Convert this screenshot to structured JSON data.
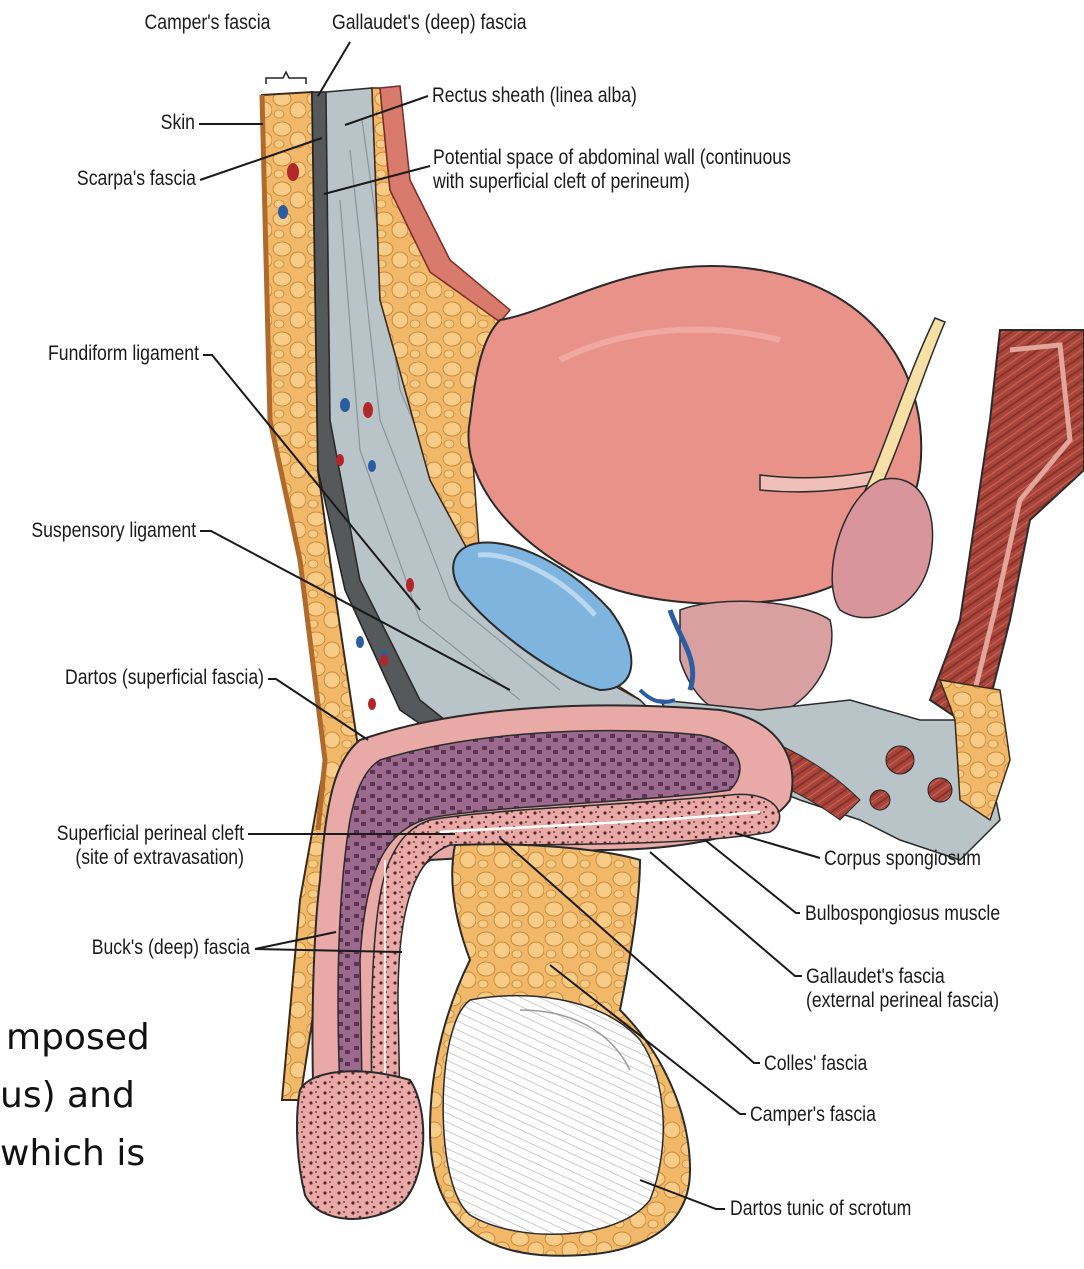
{
  "labels": {
    "campers_fascia_top": "Camper's fascia",
    "gallaudets_deep_fascia": "Gallaudet's (deep) fascia",
    "skin": "Skin",
    "rectus_sheath": "Rectus sheath (linea alba)",
    "scarpas_fascia": "Scarpa's fascia",
    "potential_space_line1": "Potential space of abdominal wall (continuous",
    "potential_space_line2": "with superficial cleft of perineum)",
    "fundiform_ligament": "Fundiform ligament",
    "suspensory_ligament": "Suspensory ligament",
    "dartos_superficial_fascia": "Dartos (superficial fascia)",
    "superficial_perineal_cleft_line1": "Superficial perineal cleft",
    "superficial_perineal_cleft_line2": "(site of extravasation)",
    "corpus_spongiosum": "Corpus spongiosum",
    "bulbospongiosus_muscle": "Bulbospongiosus muscle",
    "bucks_deep_fascia": "Buck's (deep) fascia",
    "gallaudets_fascia_line1": "Gallaudet's fascia",
    "gallaudets_fascia_line2": "(external perineal fascia)",
    "colles_fascia": "Colles' fascia",
    "campers_fascia_bottom": "Camper's fascia",
    "dartos_tunic": "Dartos tunic of scrotum"
  },
  "slide_text": {
    "line1": "mposed",
    "line2": "us) and",
    "line3": "which is"
  },
  "colors": {
    "fat": "#f2b86a",
    "fat_lobule_stroke": "#c98a3a",
    "fascia_gray": "#b9c4c8",
    "deep_gray": "#55595c",
    "bladder": "#e8928a",
    "bladder_dark": "#c86a63",
    "muscle_red": "#a8443a",
    "penis_purple": "#9b6a8e",
    "penis_pink": "#e9a9a6",
    "bone_blue": "#7fb4de",
    "white_scrotum": "#ffffff",
    "outline": "#2a2a2a"
  }
}
